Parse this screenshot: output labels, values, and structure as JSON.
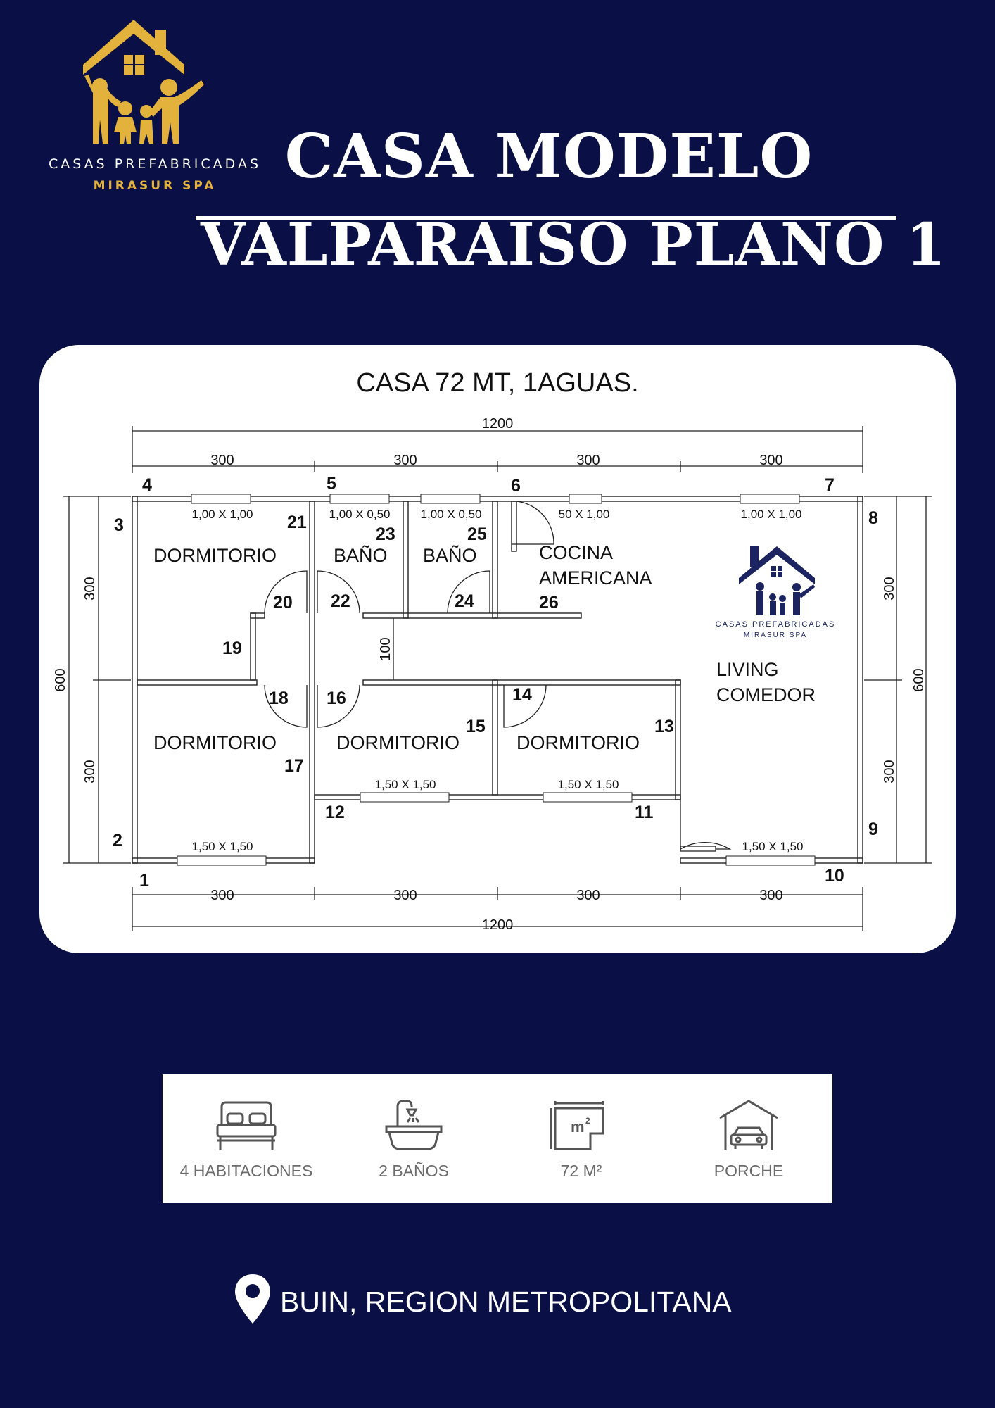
{
  "brand": {
    "line1": "CASAS PREFABRICADAS",
    "line2": "MIRASUR SPA",
    "colors": {
      "gold": "#e3b23c",
      "navy": "#0a1045"
    }
  },
  "title": {
    "line1": "CASA MODELO",
    "line2": "VALPARAISO PLANO 1"
  },
  "plan": {
    "heading": "CASA 72 MT,  1AGUAS.",
    "dimensions": {
      "total_top": "1200",
      "total_bottom": "1200",
      "top": [
        "300",
        "300",
        "300",
        "300"
      ],
      "bottom": [
        "300",
        "300",
        "300",
        "300"
      ],
      "left_total": "600",
      "right_total": "600",
      "left": [
        "300",
        "300"
      ],
      "right": [
        "300",
        "300"
      ],
      "hall": "100"
    },
    "rooms": {
      "dorm_top_left": "DORMITORIO",
      "bano1": "BAÑO",
      "bano2": "BAÑO",
      "cocina_1": "COCINA",
      "cocina_2": "AMERICANA",
      "living_1": "LIVING",
      "living_2": "COMEDOR",
      "dorm_bottom_left": "DORMITORIO",
      "dorm_bottom_mid": "DORMITORIO",
      "dorm_bottom_right": "DORMITORIO"
    },
    "windows": {
      "w1": "1,00 X 1,00",
      "w2": "1,00 X 0,50",
      "w3": "1,00 X 0,50",
      "w4": "50 X 1,00",
      "w5": "1,00 X 1,00",
      "w6": "1,50 X 1,50",
      "w7": "1,50 X 1,50",
      "w8": "1,50 X 1,50",
      "w9": "1,50 X 1,50"
    },
    "points": {
      "p1": "1",
      "p2": "2",
      "p3": "3",
      "p4": "4",
      "p5": "5",
      "p6": "6",
      "p7": "7",
      "p8": "8",
      "p9": "9",
      "p10": "10",
      "p11": "11",
      "p12": "12",
      "p13": "13",
      "p14": "14",
      "p15": "15",
      "p16": "16",
      "p17": "17",
      "p18": "18",
      "p19": "19",
      "p20": "20",
      "p21": "21",
      "p22": "22",
      "p23": "23",
      "p24": "24",
      "p25": "25",
      "p26": "26"
    },
    "logo_line1": "CASAS PREFABRICADAS",
    "logo_line2": "MIRASUR SPA"
  },
  "features": [
    {
      "icon": "bed-icon",
      "label": "4 HABITACIONES"
    },
    {
      "icon": "bathtub-icon",
      "label": "2 BAÑOS"
    },
    {
      "icon": "area-m2-icon",
      "label": "72 M²"
    },
    {
      "icon": "garage-icon",
      "label": "PORCHE"
    }
  ],
  "location": {
    "icon": "map-pin-icon",
    "text": "BUIN, REGION METROPOLITANA"
  }
}
